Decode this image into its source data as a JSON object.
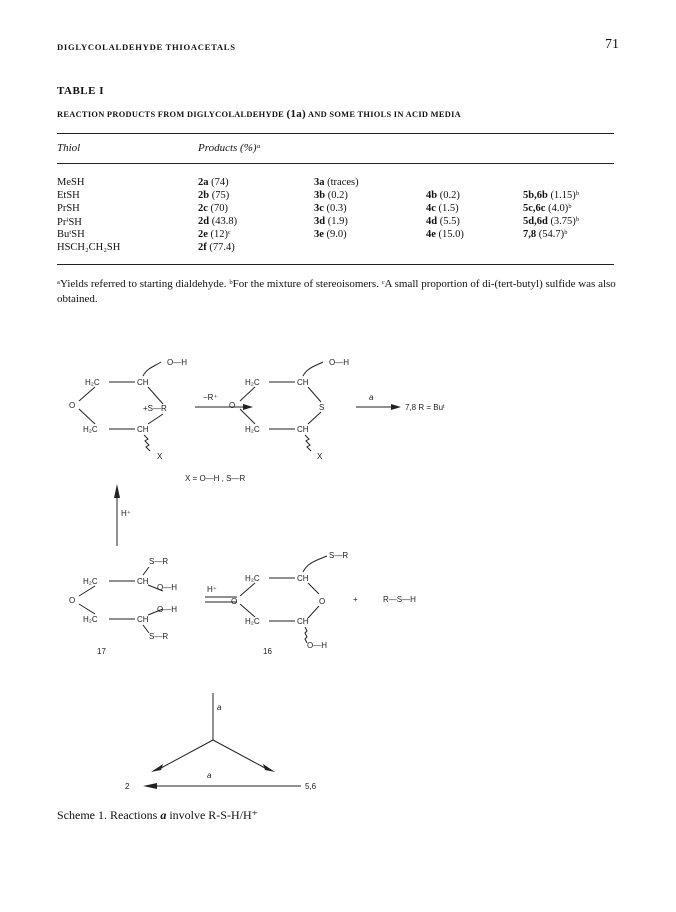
{
  "running_head": {
    "title": "DIGLYCOLALDEHYDE THIOACETALS",
    "page": "71"
  },
  "table": {
    "label": "TABLE I",
    "caption_pre": "REACTION PRODUCTS FROM DIGLYCOLALDEHYDE",
    "caption_bold": "(1a)",
    "caption_post": "AND SOME THIOLS IN ACID MEDIA",
    "headers": {
      "thiol": "Thiol",
      "products": "Products (%)ᵃ"
    },
    "rows": [
      {
        "thiol": "MeSH",
        "p1": "2a",
        "v1": "(74)",
        "p2": "3a",
        "v2": "(traces)",
        "p3": "",
        "v3": "",
        "p4": "",
        "v4": ""
      },
      {
        "thiol": "EtSH",
        "p1": "2b",
        "v1": "(75)",
        "p2": "3b",
        "v2": "(0.2)",
        "p3": "4b",
        "v3": "(0.2)",
        "p4": "5b,6b",
        "v4": "(1.15)ᵇ"
      },
      {
        "thiol": "PrSH",
        "p1": "2c",
        "v1": "(70)",
        "p2": "3c",
        "v2": "(0.3)",
        "p3": "4c",
        "v3": "(1.5)",
        "p4": "5c,6c",
        "v4": "(4.0)ᵇ"
      },
      {
        "thiol": "PrⁱSH",
        "p1": "2d",
        "v1": "(43.8)",
        "p2": "3d",
        "v2": "(1.9)",
        "p3": "4d",
        "v3": "(5.5)",
        "p4": "5d,6d",
        "v4": "(3.75)ᵇ"
      },
      {
        "thiol": "BuᵗSH",
        "p1": "2e",
        "v1": "(12)ᶜ",
        "p2": "3e",
        "v2": "(9.0)",
        "p3": "4e",
        "v3": "(15.0)",
        "p4": "7,8",
        "v4": "(54.7)ᵇ"
      },
      {
        "thiol": "HSCH₂CH₂SH",
        "p1": "2f",
        "v1": "(77.4)",
        "p2": "",
        "v2": "",
        "p3": "",
        "v3": "",
        "p4": "",
        "v4": ""
      }
    ],
    "footnote": "ᵃYields referred to starting dialdehyde. ᵇFor the mixture of stereoisomers. ᶜA small proportion of di-(tert-butyl) sulfide was also obtained."
  },
  "scheme": {
    "caption_pre": "Scheme 1. Reactions",
    "caption_it": "a",
    "caption_post": "involve R-S-H/H⁺",
    "labels": {
      "oh": "O—H",
      "h2c": "H₂C",
      "ch": "CH",
      "o": "O",
      "splus_r": "+S—R",
      "s": "S",
      "x": "X",
      "minus_r": "−R⁺",
      "a": "a",
      "prod78": "7,8  R = Buᵗ",
      "x_def": "X = O—H , S—R",
      "hplus": "H⁺",
      "s_r": "S—R",
      "rsh": "R—S—H",
      "plus": "+",
      "c17": "17",
      "c16": "16",
      "c2": "2",
      "c56": "5,6"
    }
  }
}
